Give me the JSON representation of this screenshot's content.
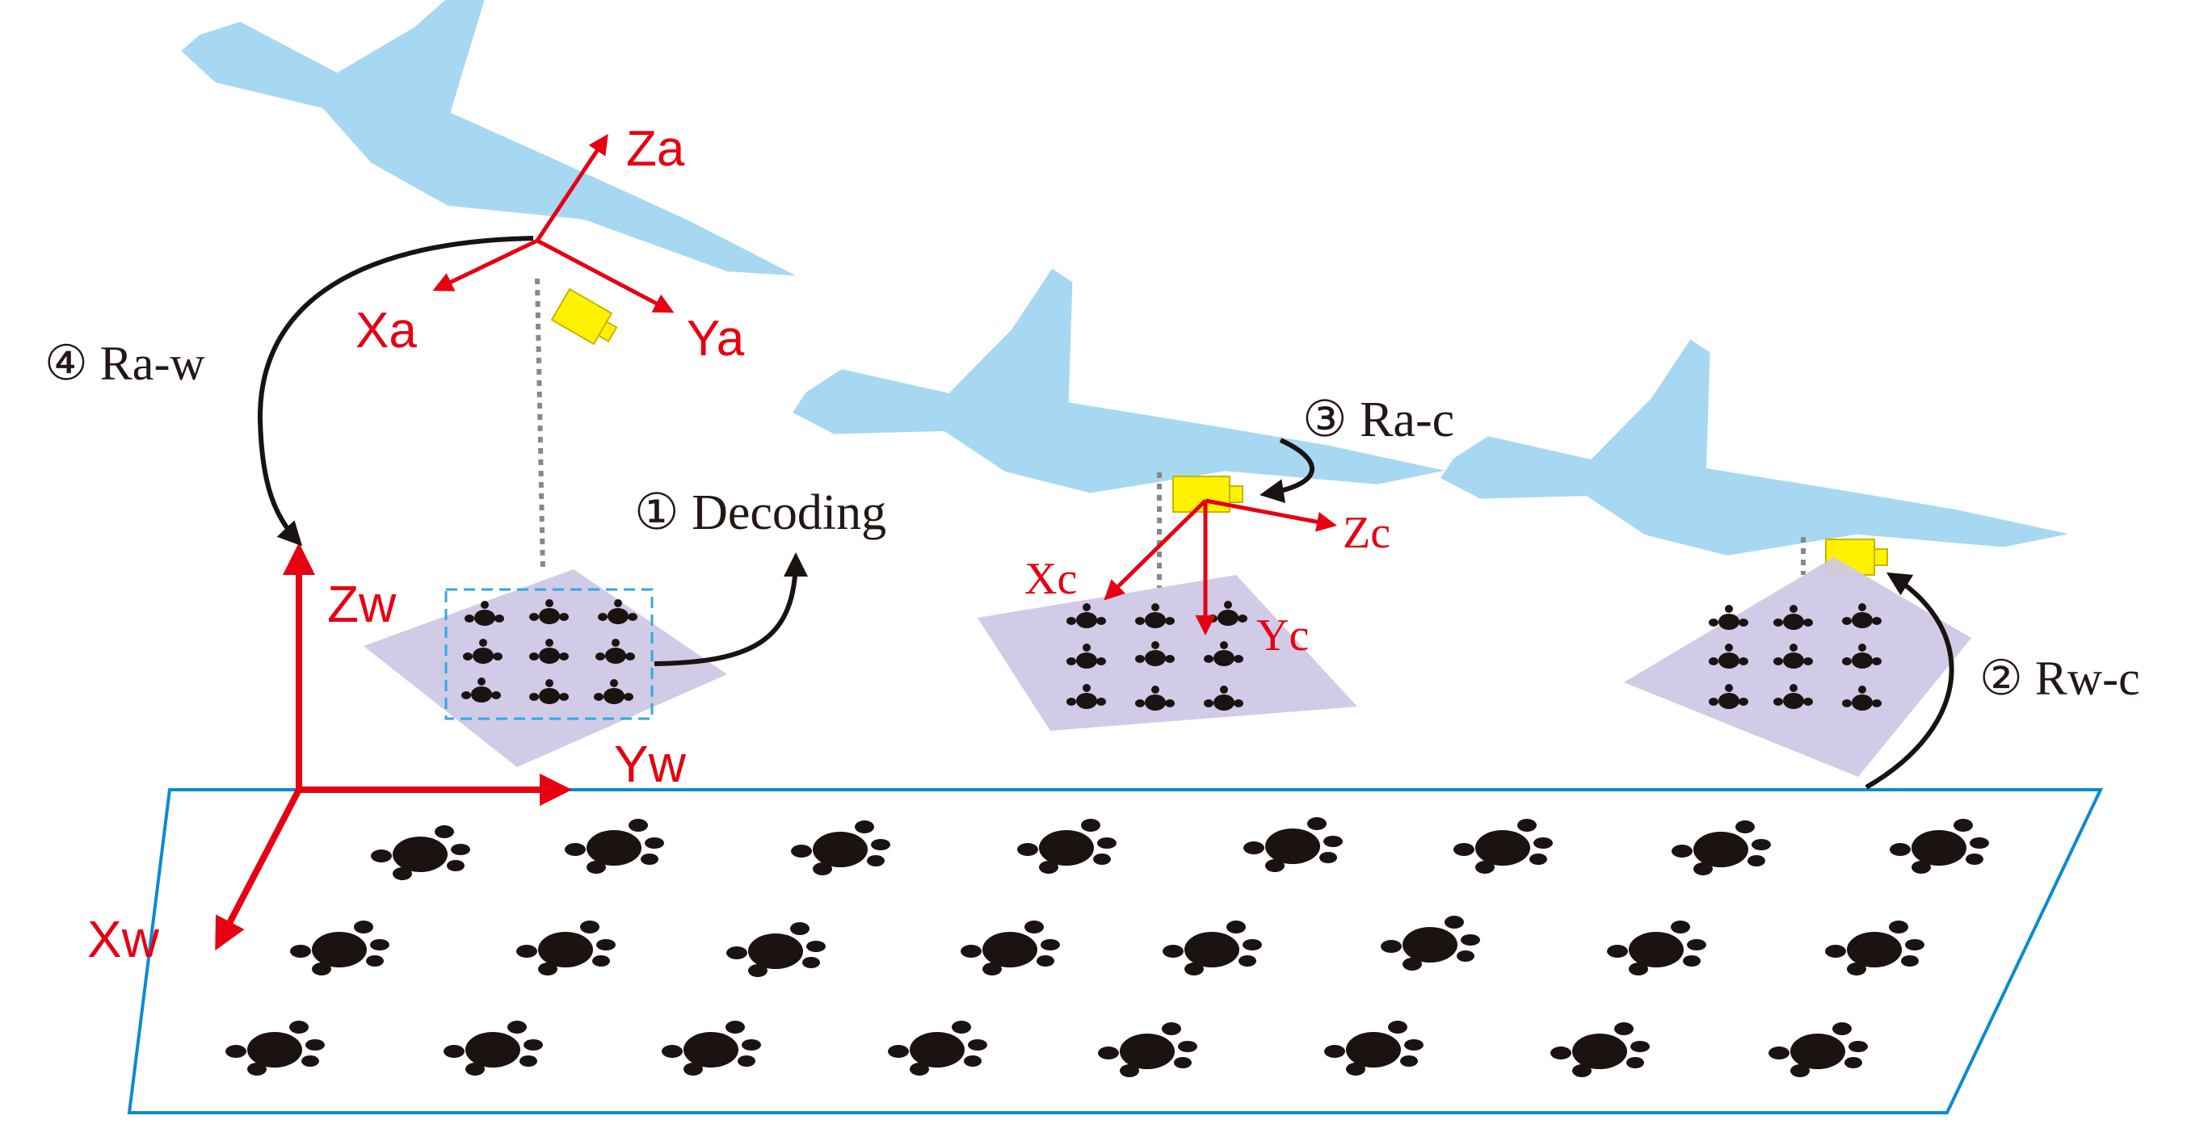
{
  "colors": {
    "axis_red": "#e60012",
    "plane_blue": "#a7d8f2",
    "camera_yellow": "#fff100",
    "target_plane_purple": "#cfc8e6",
    "ground_outline_blue": "#0b8bd1",
    "decode_box_blue": "#31a8e0",
    "marker_black": "#1a1311",
    "text_black": "#231815"
  },
  "world_axes": {
    "x": "Xw",
    "y": "Yw",
    "z": "Zw"
  },
  "aircraft_axes": {
    "x": "Xa",
    "y": "Ya",
    "z": "Za"
  },
  "camera_axes": {
    "x": "Xc",
    "y": "Yc",
    "z": "Zc"
  },
  "steps": {
    "decoding": "① Decoding",
    "rw_c": "② Rw-c",
    "ra_c": "③ Ra-c",
    "ra_w": "④ Ra-w"
  },
  "icons": [
    "aircraft-icon",
    "camera-icon",
    "coded-target-icon"
  ]
}
